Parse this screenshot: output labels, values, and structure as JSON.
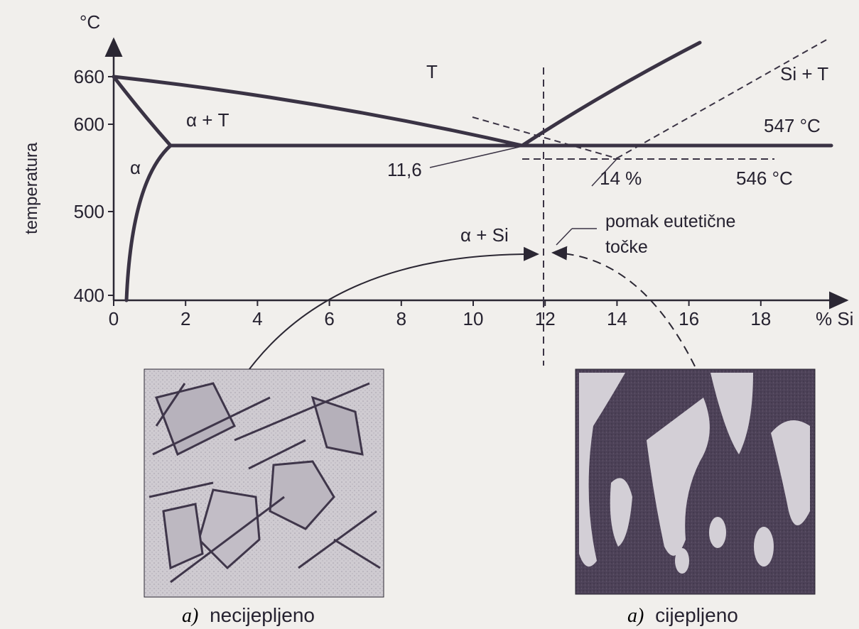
{
  "axis": {
    "y_unit": "°C",
    "y_label": "temperatura",
    "y_ticks": [
      "660",
      "600",
      "500",
      "400"
    ],
    "x_ticks": [
      "0",
      "2",
      "4",
      "6",
      "8",
      "10",
      "12",
      "14",
      "16",
      "18"
    ],
    "x_unit": "% Si"
  },
  "regions": {
    "liquid": "T",
    "si_liquid": "Si + T",
    "alpha_liquid": "α + T",
    "alpha": "α",
    "alpha_si": "α + Si"
  },
  "annotations": {
    "eutectic_temp_unmodified": "547 °C",
    "eutectic_temp_modified": "546 °C",
    "eutectic_comp_unmodified": "11,6",
    "eutectic_comp_modified": "14 %",
    "shift_line1": "pomak eutetične",
    "shift_line2": "točke"
  },
  "captions": {
    "left_prefix": "a)",
    "left_text": "necijepljeno",
    "right_prefix": "a)",
    "right_text": "cijepljeno"
  },
  "colors": {
    "ink": "#2b2733",
    "paper": "#f1efec",
    "micro_light": "#c9c5cc",
    "micro_dark": "#4a3f55"
  }
}
